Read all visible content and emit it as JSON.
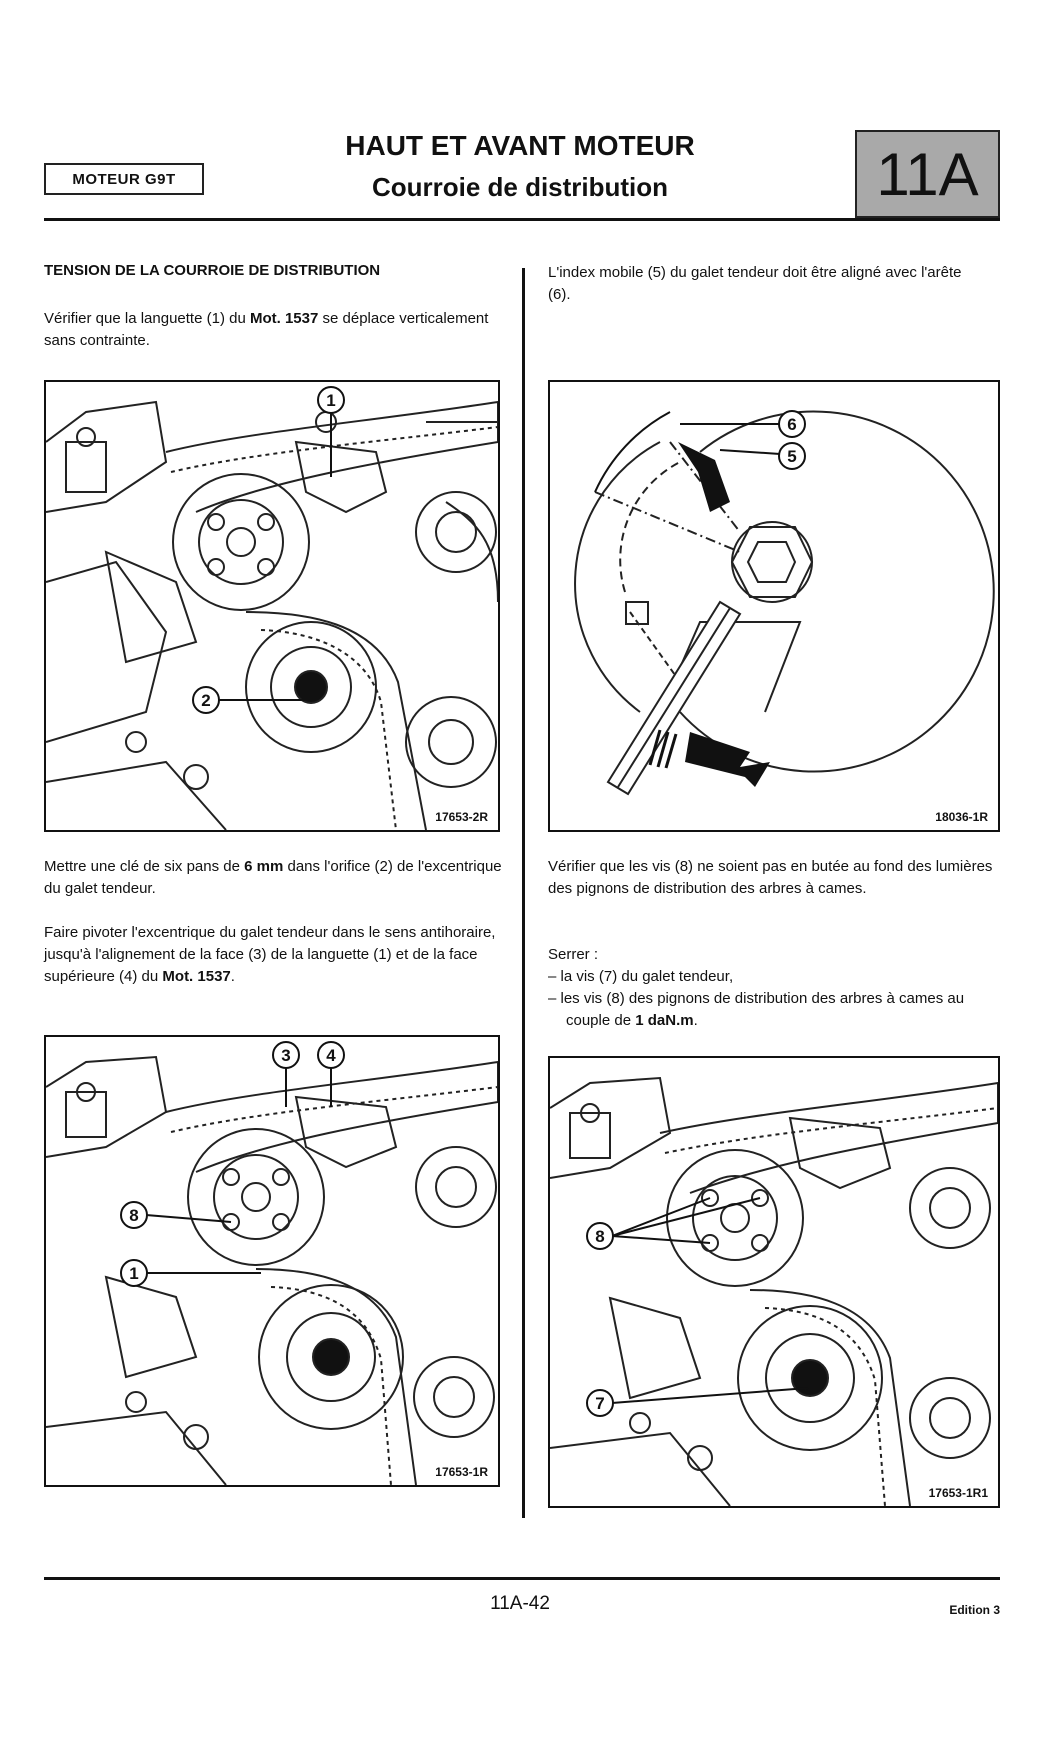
{
  "header": {
    "engine_tag": "MOTEUR G9T",
    "title_line1": "HAUT ET AVANT MOTEUR",
    "title_line2": "Courroie de distribution",
    "section_code": "11A"
  },
  "left_column": {
    "section_heading": "TENSION DE LA COURROIE DE DISTRIBUTION",
    "para1": {
      "pre": "Vérifier que la languette (1) du ",
      "bold": "Mot. 1537",
      "post": " se déplace verticalement sans contrainte."
    },
    "para2": {
      "pre": "Mettre une clé de six pans de ",
      "bold": "6 mm",
      "post": " dans l'orifice (2) de l'excentrique du galet tendeur."
    },
    "para3": {
      "pre": "Faire pivoter l'excentrique du galet tendeur dans le sens antihoraire, jusqu'à l'alignement de la face (3) de la languette (1) et de la face supérieure (4) du ",
      "bold": "Mot. 1537",
      "post": "."
    }
  },
  "right_column": {
    "para1": "L'index mobile (5) du galet tendeur doit être aligné avec l'arête (6).",
    "para2": "Vérifier que les vis (8) ne soient pas en butée au fond des lumières des pignons de distribution des arbres à cames.",
    "para3_intro": "Serrer :",
    "bullet1": "– la vis (7) du galet tendeur,",
    "bullet2": {
      "pre": "– les vis (8) des pignons de distribution des arbres à cames au couple de ",
      "bold": "1 daN.m",
      "post": "."
    }
  },
  "figures": {
    "fig1": {
      "ref": "17653-2R",
      "callouts": [
        "1",
        "2"
      ]
    },
    "fig2": {
      "ref": "18036-1R",
      "callouts": [
        "6",
        "5"
      ]
    },
    "fig3": {
      "ref": "17653-1R",
      "callouts": [
        "3",
        "4",
        "8",
        "1"
      ]
    },
    "fig4": {
      "ref": "17653-1R1",
      "callouts": [
        "8",
        "7"
      ]
    }
  },
  "footer": {
    "page_number": "11A-42",
    "edition": "Edition 3"
  }
}
